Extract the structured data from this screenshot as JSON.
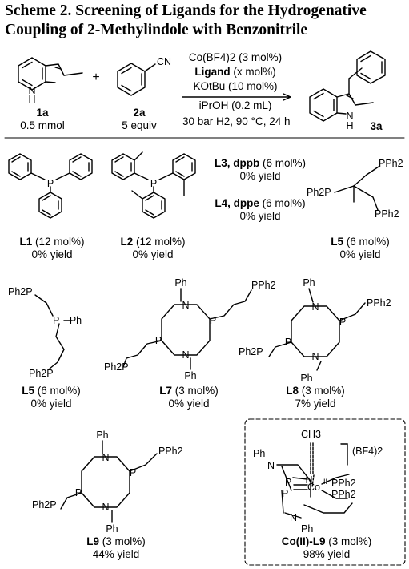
{
  "scheme": {
    "title_line1": "Scheme 2. Screening of Ligands for the Hydrogenative",
    "title_line2": "Coupling of 2-Methylindole with Benzonitrile"
  },
  "reaction": {
    "plus": "+",
    "reactant1": {
      "id": "1a",
      "amount": "0.5 mmol",
      "atom_label": "N",
      "h_label": "H"
    },
    "reactant2": {
      "id": "2a",
      "amount": "5 equiv",
      "group": "CN"
    },
    "product": {
      "id": "3a",
      "atom_label": "N",
      "h_label": "H"
    },
    "conditions": {
      "catalyst": "Co(BF4)2 (3 mol%)",
      "ligand_bold": "Ligand",
      "ligand_amount": "(x mol%)",
      "base": "KOtBu (10 mol%)",
      "solvent": "iPrOH (0.2 mL)",
      "params": "30 bar H2, 90 °C, 24 h"
    }
  },
  "ligands": [
    {
      "id": "L1",
      "loading": "(12 mol%)",
      "yield": "0% yield"
    },
    {
      "id": "L2",
      "loading": "(12 mol%)",
      "yield": "0% yield"
    },
    {
      "id": "L3, dppb",
      "loading": "(6 mol%)",
      "yield": "0% yield"
    },
    {
      "id": "L4, dppe",
      "loading": "(6 mol%)",
      "yield": "0% yield"
    },
    {
      "id": "L5",
      "loading": "(6 mol%)",
      "yield": "0% yield"
    },
    {
      "id": "L5",
      "loading": "(6 mol%)",
      "yield": "0% yield"
    },
    {
      "id": "L7",
      "loading": "(3 mol%)",
      "yield": "0% yield"
    },
    {
      "id": "L8",
      "loading": "(3 mol%)",
      "yield": "7% yield"
    },
    {
      "id": "L9",
      "loading": "(3 mol%)",
      "yield": "44% yield"
    },
    {
      "id": "Co(II)-L9",
      "loading": "(3 mol%)",
      "yield": "98% yield"
    }
  ],
  "atoms": {
    "P": "P",
    "N": "N",
    "Ph": "Ph",
    "PPh2": "PPh2",
    "Ph2P": "Ph2P",
    "P_Ph": "P—Ph",
    "CH3": "CH3",
    "Co": "Co",
    "Co_ox": "II",
    "counterion": "(BF4)2"
  }
}
